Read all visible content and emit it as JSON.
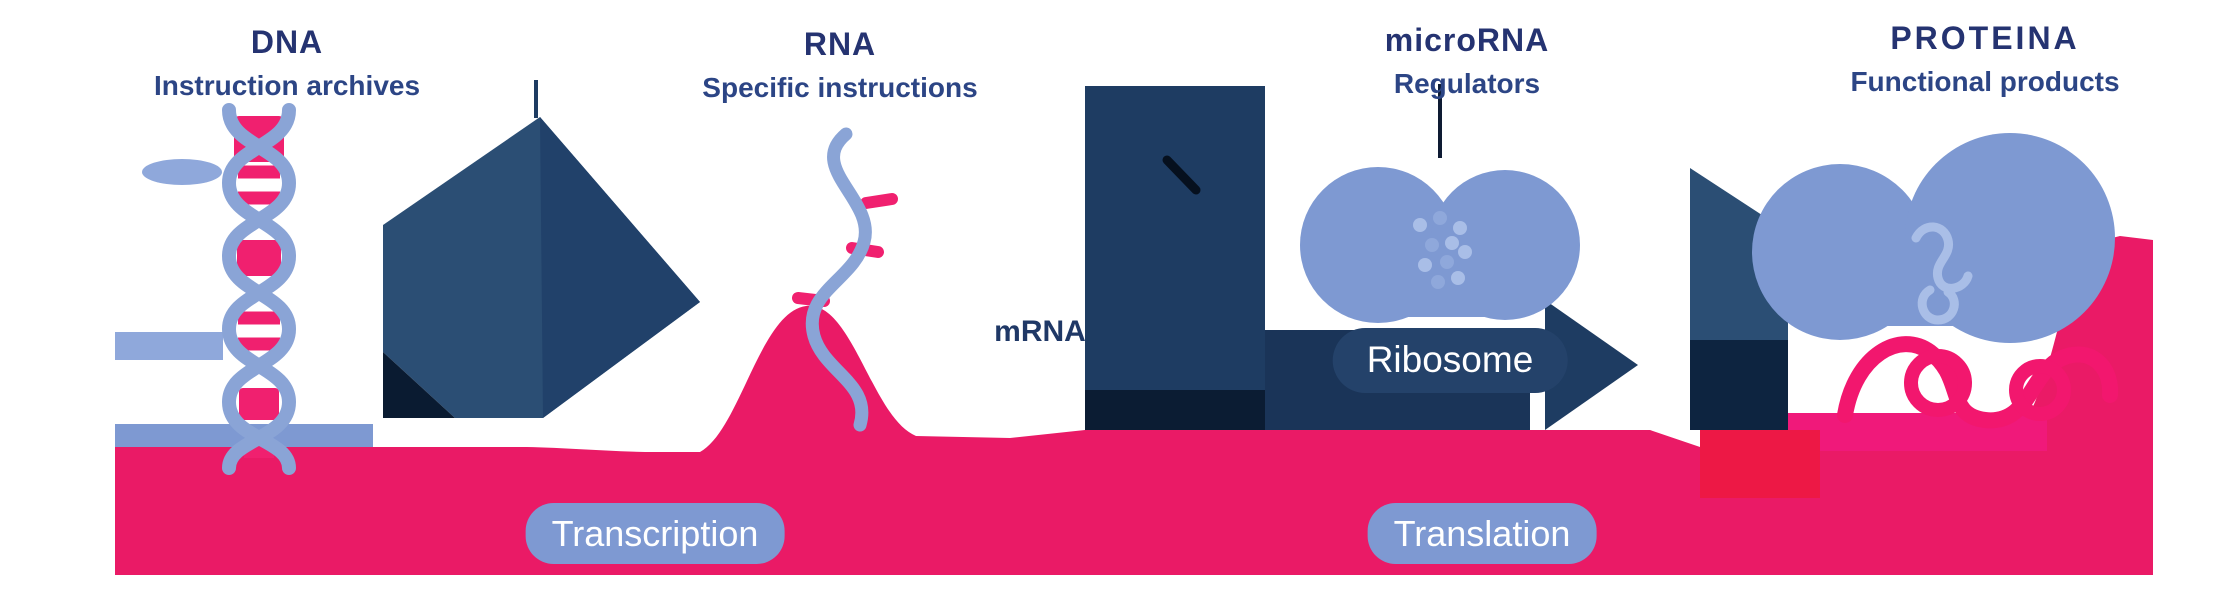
{
  "figure": {
    "type": "biology-process-diagram",
    "stages": [
      {
        "id": "dna",
        "title": "DNA",
        "subtitle": "Instruction archives"
      },
      {
        "id": "rna",
        "title": "RNA",
        "subtitle": "Specific instructions"
      },
      {
        "id": "microrna",
        "title": "microRNA",
        "subtitle": "Regulators"
      },
      {
        "id": "protein",
        "title": "PROTEINA",
        "subtitle": "Functional products"
      }
    ],
    "labels": {
      "mrna": "mRNA",
      "ribosome": "Ribosome"
    },
    "badges": [
      {
        "id": "transcription",
        "label": "Transcription"
      },
      {
        "id": "translation",
        "label": "Translation"
      }
    ],
    "colors": {
      "pink": "#EA1A66",
      "pink_bright": "#F5247B",
      "pink_red": "#ED1845",
      "pink_deep": "#F0197A",
      "rung_pink": "#F0206F",
      "navy": "#1E3C62",
      "navy_light": "#2B4E74",
      "navy_dark": "#0A1B31",
      "periwinkle": "#7E99D2",
      "periwinkle_light": "#A9BEE7",
      "title_indigo": "#253371",
      "subtitle_blue": "#2C4585",
      "white": "#FFFFFF"
    }
  }
}
